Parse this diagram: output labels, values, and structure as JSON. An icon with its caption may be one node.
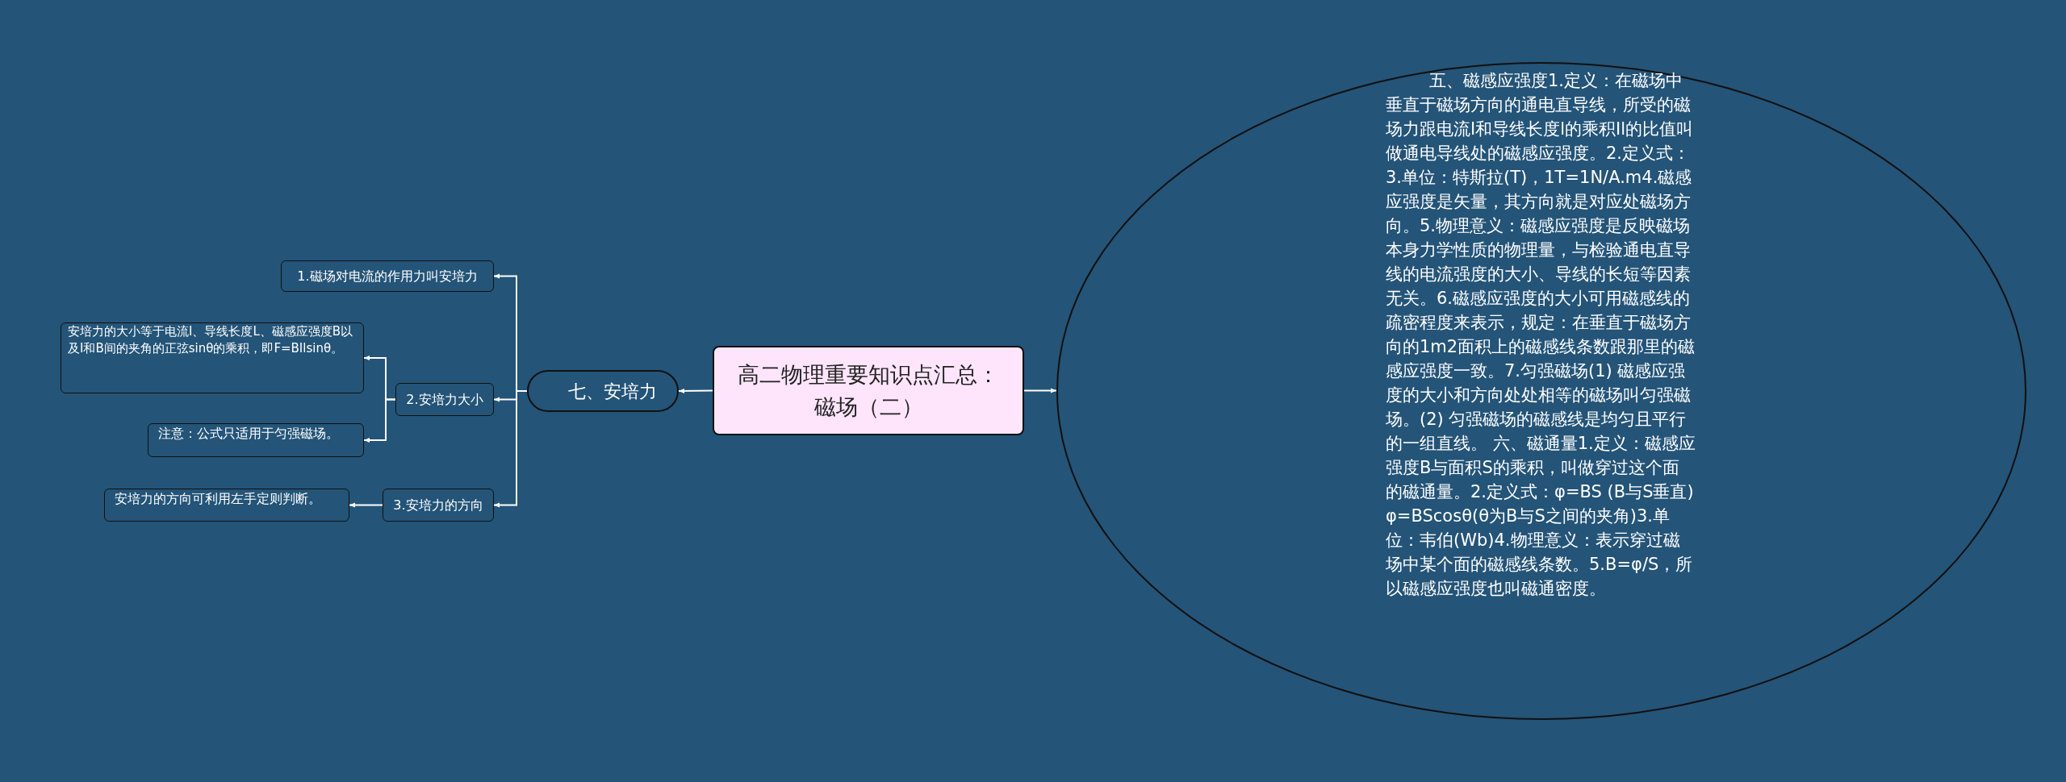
{
  "diagram": {
    "nodes": [
      {
        "text": [
          "高二物理重要知识点汇总：磁场（二）"
        ]
      },
      {
        "text": [
          "七、安培力"
        ]
      },
      {
        "text": [
          "1.磁场对电流的作用力叫安培力"
        ]
      },
      {
        "text": [
          "2.安培力大小"
        ]
      },
      {
        "text": [
          "安培力的大小等于电流I、导线长度L、磁感应强度B以及I和B间的夹角的正弦sinθ的乘积，即F=BIlsinθ。"
        ]
      },
      {
        "text": [
          "注意：公式只适用于匀强磁场。"
        ]
      },
      {
        "text": [
          "3.安培力的方向"
        ]
      },
      {
        "text": [
          "安培力的方向可利用左手定则判断。"
        ]
      },
      {
        "text": [
          "五、磁感应强度1.定义：在磁场中垂直于磁场方向的通电直导线，所受的磁场力跟电流I和导线长度l的乘积Il的比值叫做通电导线处的磁感应强度。2.定义式：3.单位：特斯拉(T)，1T=1N/A.m4.磁感应强度是矢量，其方向就是对应处磁场方向。5.物理意义：磁感应强度是反映磁场本身力学性质的物理量，与检验通电直导线的电流强度的大小、导线的长短等因素无关。6.磁感应强度的大小可用磁感线的疏密程度来表示，规定：在垂直于磁场方向的1m2面积上的磁感线条数跟那里的磁感应强度一致。7.匀强磁场(1) 磁感应强度的大小和方向处处相等的磁场叫匀强磁场。(2) 匀强磁场的磁感线是均匀且平行的一组直线。  六、磁通量1.定义：磁感应强度B与面积S的乘积，叫做穿过这个面的磁通量。2.定义式：φ=BS (B与S垂直) φ=BScosθ(θ为B与S之间的夹角)3.单位：韦伯(Wb)4.物理意义：表示穿过磁场中某个面的磁感线条数。5.B=φ/S，所以磁感应强度也叫磁通密度。"
        ]
      }
    ],
    "edges": [
      {
        "from": 0,
        "to": 1,
        "arrow": "to"
      },
      {
        "from": 0,
        "to": 8,
        "arrow": "to"
      },
      {
        "from": 1,
        "to": 2,
        "arrow": "to"
      },
      {
        "from": 1,
        "to": 3,
        "arrow": "to"
      },
      {
        "from": 1,
        "to": 6,
        "arrow": "to"
      },
      {
        "from": 3,
        "to": 4,
        "arrow": "to"
      },
      {
        "from": 3,
        "to": 5,
        "arrow": "to"
      },
      {
        "from": 6,
        "to": 7,
        "arrow": "to"
      }
    ]
  }
}
